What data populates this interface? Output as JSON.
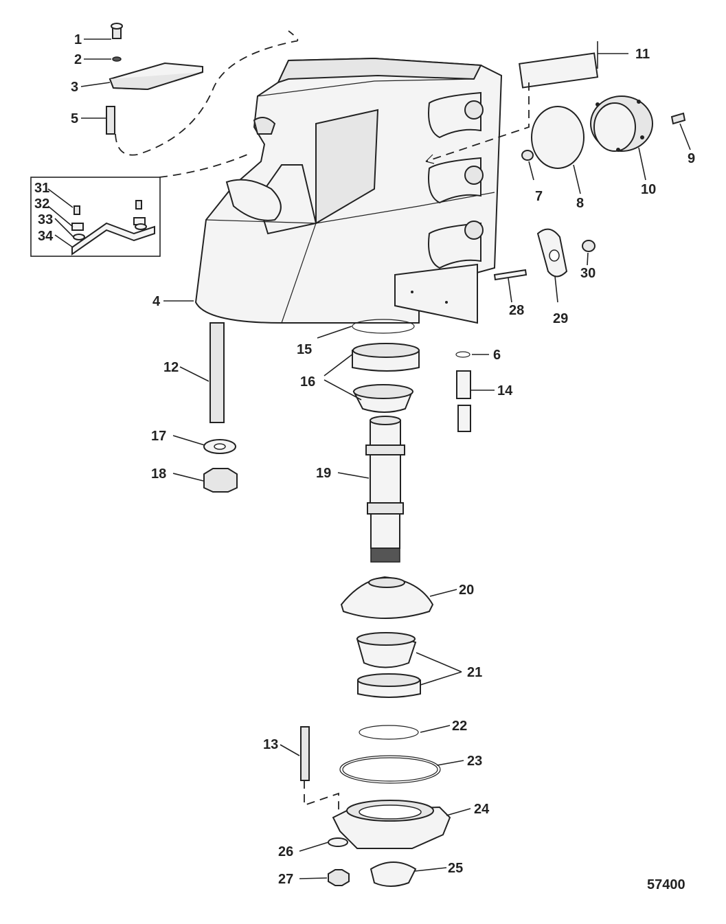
{
  "figure_id": "57400",
  "callouts": [
    "1",
    "2",
    "3",
    "4",
    "5",
    "6",
    "7",
    "8",
    "9",
    "10",
    "11",
    "12",
    "13",
    "14",
    "15",
    "16",
    "17",
    "18",
    "19",
    "20",
    "21",
    "22",
    "23",
    "24",
    "25",
    "26",
    "27",
    "28",
    "29",
    "30",
    "31",
    "32",
    "33",
    "34"
  ],
  "colors": {
    "line": "#222222",
    "fill_light": "#f4f4f4",
    "fill_mid": "#e6e6e6",
    "fill_dark": "#555555"
  }
}
